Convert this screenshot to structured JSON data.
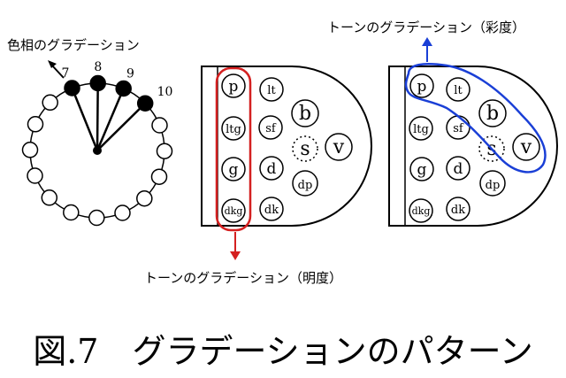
{
  "hue_gradation_label": "色相のグラデーション",
  "hue_numbers": [
    "7",
    "8",
    "9",
    "10"
  ],
  "tone_brightness_label": "トーンのグラデーション（明度）",
  "tone_saturation_label": "トーンのグラデーション（彩度）",
  "caption": "図.7　グラデーションのパターン",
  "tones": {
    "p": "p",
    "lt": "lt",
    "b": "b",
    "ltg": "ltg",
    "sf": "sf",
    "s": "s",
    "v": "v",
    "g": "g",
    "d": "d",
    "dp": "dp",
    "dkg": "dkg",
    "dk": "dk"
  },
  "colors": {
    "brightness_highlight": "#d42020",
    "saturation_highlight": "#1a3fd6"
  },
  "icons": {
    "hue_arrow": "arrow-up-left-icon",
    "brightness_arrow": "arrow-down-icon",
    "saturation_arrow": "arrow-up-icon"
  }
}
